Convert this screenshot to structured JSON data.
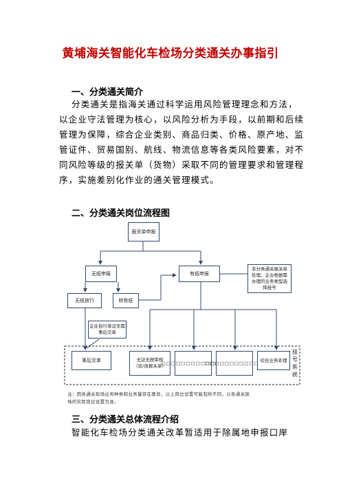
{
  "title": "黄埔海关智能化车检场分类通关办事指引",
  "section1": {
    "heading": "一、分类通关简介",
    "lines": [
      "分类通关是指海关通过科学运用风险管理理念和方法，",
      "以企业守法管理为核心，以风险分析为手段，以前期和后续",
      "管理为保障，综合企业类别、商品归类、价格、原产地、监",
      "管证件、贸易国别、航线、物流信息等各类风险要素，对不",
      "同风险等级的报关单（货物）采取不同的管理要求和管理程",
      "序，实施差别化作业的通关管理模式。"
    ]
  },
  "section2": {
    "heading": "二、分类通关岗位流程图"
  },
  "flow": {
    "declare": "报关单申报",
    "paperless": "无纸申报",
    "paper": "有纸申报",
    "release": "无纸放行",
    "to_paper": "转有纸",
    "side_note": "非分类通关报关单处理，企业根据需办理的业务类型选择挂号",
    "self_print": "企业自行单证无需事后交单",
    "post_submit": "事后交单",
    "no_cert_review": "无证无税审核（验/改报关单）",
    "garbled_a": "□□□□□□□□□□□□□",
    "garbled_b": "□□□□□□□□□□□□",
    "comprehensive": "综合业务处理",
    "register": "挂号系统"
  },
  "flow_note": [
    "注：因各通关现场业务种类和业务量存在差异，以上岗位设置可能有所不同，以各通关现",
    "场的实际岗位设置为准。"
  ],
  "section3": {
    "heading": "三、分类通关总体流程介绍",
    "lines": [
      "智能化车检场分类通关改革暂适用于除属地申报口岸"
    ]
  }
}
